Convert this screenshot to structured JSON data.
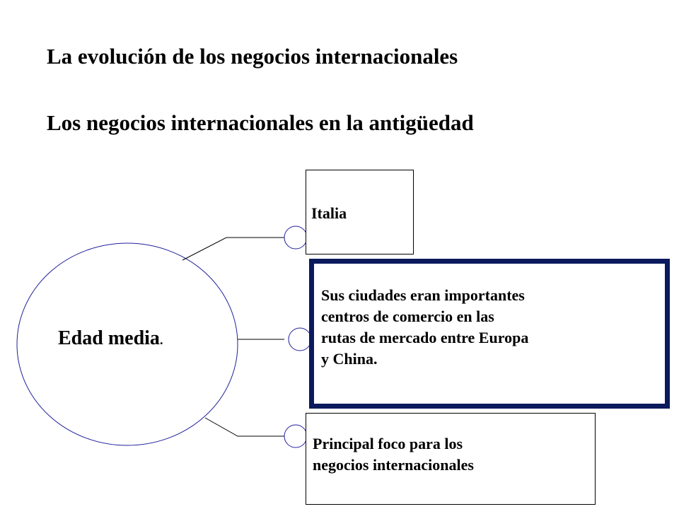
{
  "headings": {
    "line1": "La evolución de los negocios internacionales",
    "line2": "Los negocios internacionales en la antigüedad"
  },
  "diagram": {
    "center": {
      "label": "Edad media",
      "suffix": "."
    },
    "boxes": [
      {
        "text": "Italia"
      },
      {
        "text": "Sus ciudades eran importantes\ncentros de comercio en las\nrutas de mercado entre Europa\ny China."
      },
      {
        "text": "Principal foco para los\nnegocios internacionales"
      }
    ]
  },
  "colors": {
    "circle_stroke": "#1f1f9a",
    "text": "#000000",
    "highlight_border": "#0a1a5c",
    "connector": "#000000"
  }
}
